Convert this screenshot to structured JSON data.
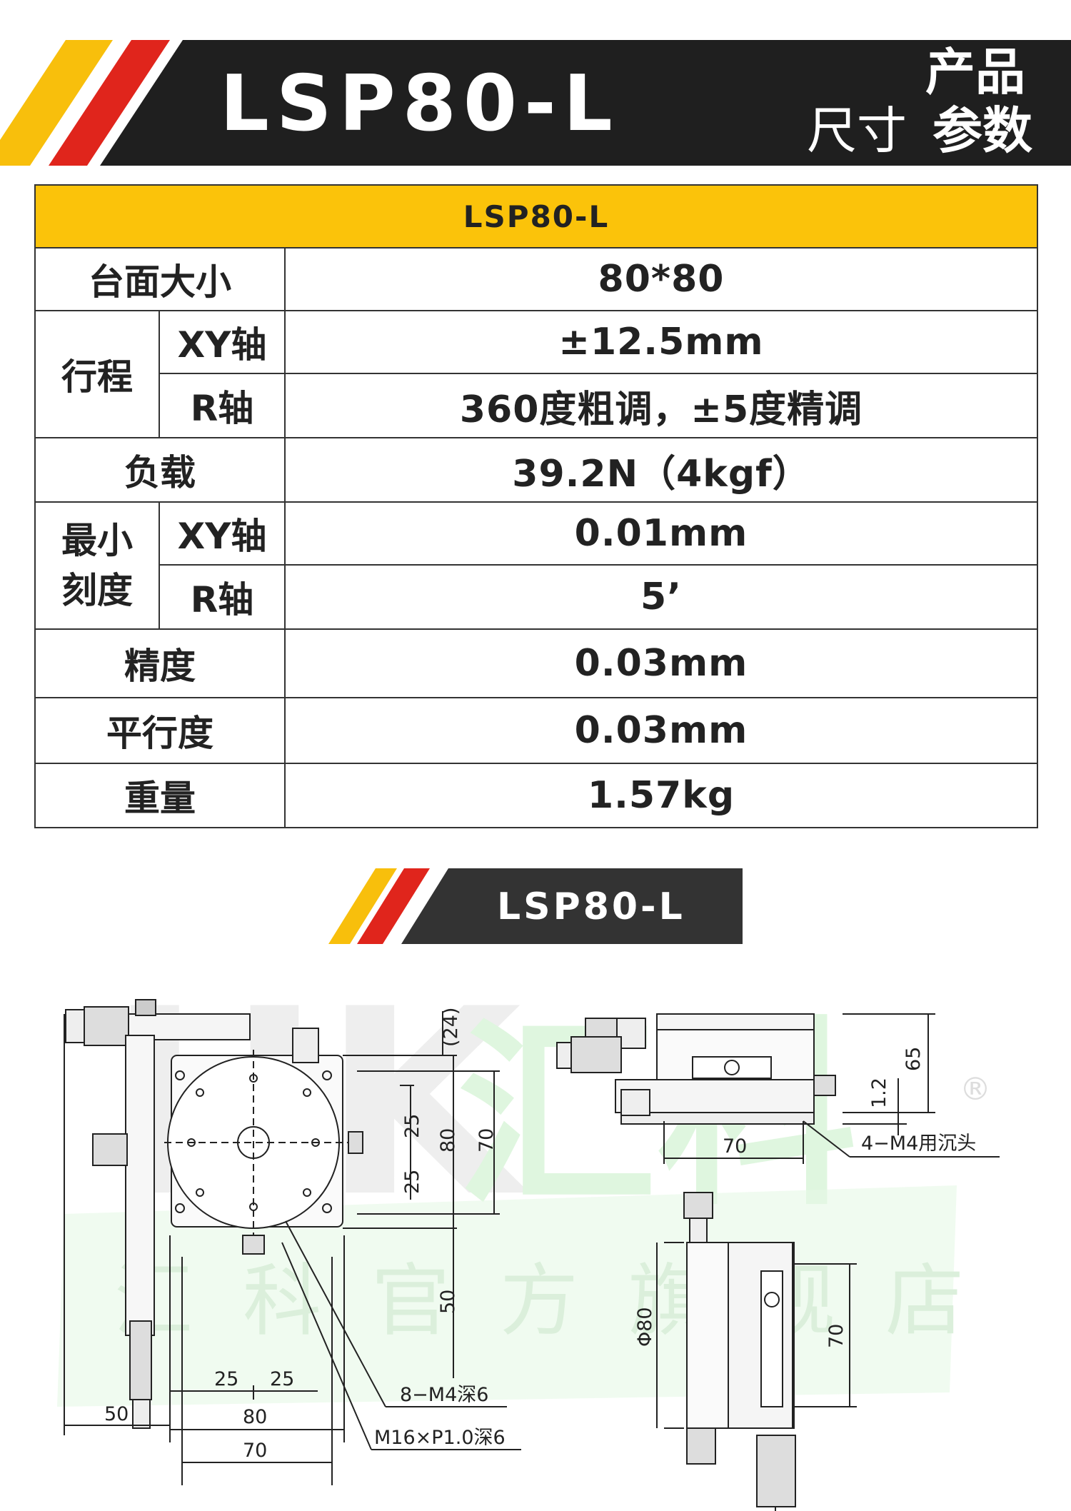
{
  "header": {
    "title": "LSP80-L",
    "right_top": "产品",
    "right_bottom_left": "尺寸",
    "right_bottom_right": "参数",
    "colors": {
      "bar": "#1f1f1f",
      "yellow": "#f8bf0c",
      "red": "#e0251c"
    }
  },
  "spec_table": {
    "header": "LSP80-L",
    "rows": [
      {
        "label": "台面大小",
        "value": "80*80"
      },
      {
        "label": "行程",
        "sub": "XY轴",
        "value": "±12.5mm"
      },
      {
        "sub": "R轴",
        "value": "360度粗调，±5度精调"
      },
      {
        "label": "负载",
        "value": "39.2N（4kgf）"
      },
      {
        "label": "最小刻度",
        "sub": "XY轴",
        "value": "0.01mm"
      },
      {
        "sub": "R轴",
        "value": "5’"
      },
      {
        "label": "精度",
        "value": "0.03mm"
      },
      {
        "label": "平行度",
        "value": "0.03mm"
      },
      {
        "label": "重量",
        "value": "1.57kg"
      }
    ],
    "label_min_scale_line1": "最小",
    "label_min_scale_line2": "刻度"
  },
  "section_tag": {
    "label": "LSP80-L"
  },
  "drawing": {
    "dims_top_view": [
      "(24)",
      "25",
      "25",
      "80",
      "70",
      "50",
      "25",
      "25",
      "50",
      "80",
      "70"
    ],
    "notes_top_view": [
      "8−M4深6",
      "M16×P1.0深6"
    ],
    "dims_side_view": [
      "1.2",
      "65",
      "70"
    ],
    "notes_side_view": [
      "4−M4用沉头"
    ],
    "dims_front_view": [
      "Φ80",
      "70"
    ],
    "watermark": "汇科官方旗舰店",
    "registered_mark": "®"
  }
}
